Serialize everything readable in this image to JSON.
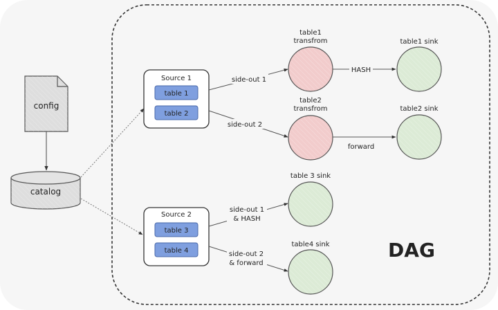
{
  "title": "DAG",
  "left_nodes": {
    "config": "config",
    "catalog": "catalog"
  },
  "sources": [
    {
      "label": "Source 1",
      "tables": [
        "table 1",
        "table 2"
      ]
    },
    {
      "label": "Source 2",
      "tables": [
        "table 3",
        "table 4"
      ]
    }
  ],
  "transforms": [
    {
      "label_line1": "table1",
      "label_line2": "transfrom"
    },
    {
      "label_line1": "table2",
      "label_line2": "transfrom"
    }
  ],
  "sinks": [
    "table1 sink",
    "table2 sink",
    "table 3 sink",
    "table4 sink"
  ],
  "edges": {
    "s1_out1": "side-out 1",
    "s1_out2": "side-out 2",
    "t1_to_sink": "HASH",
    "t2_to_sink": "forward",
    "s2_out1_line1": "side-out 1",
    "s2_out1_line2": "& HASH",
    "s2_out2_line1": "side-out 2",
    "s2_out2_line2": "& forward"
  },
  "colors": {
    "table_fill": "#7f9fdf",
    "transform_fill": "#f2cccc",
    "sink_fill": "#dcebd6",
    "doc_fill": "#dedede"
  }
}
